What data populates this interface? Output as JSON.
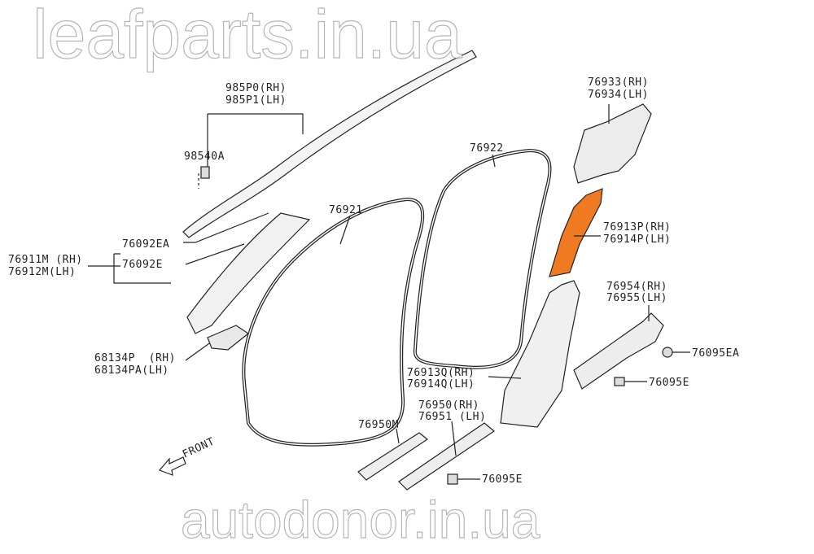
{
  "diagram": {
    "highlight_color": "#f07a22",
    "labels": {
      "airbag_rh": "985P0(RH)",
      "airbag_lh": "985P1(LH)",
      "clip_98540a": "98540A",
      "a_pillar_rh": "76911M (RH)",
      "a_pillar_lh": "76912M(LH)",
      "clip_76092ea": "76092EA",
      "clip_76092e": "76092E",
      "panel_68134p_rh": "68134P  (RH)",
      "panel_68134pa_lh": "68134PA(LH)",
      "weatherstrip_front": "76921",
      "weatherstrip_rear": "76922",
      "c_pillar_rh": "76933(RH)",
      "c_pillar_lh": "76934(LH)",
      "b_pillar_upper_rh": "76913P(RH)",
      "b_pillar_upper_lh": "76914P(LH)",
      "rear_kick_rh": "76954(RH)",
      "rear_kick_lh": "76955(LH)",
      "clip_76095ea": "76095EA",
      "clip_76095e_a": "76095E",
      "b_pillar_lower_rh": "76913Q(RH)",
      "b_pillar_lower_lh": "76914Q(LH)",
      "sill_rh": "76950(RH)",
      "sill_lh": "76951 (LH)",
      "sill_front": "76950M",
      "clip_76095e_b": "76095E",
      "front_arrow": "FRONT"
    },
    "watermarks": [
      "leafparts.in.ua",
      "autodonor.in.ua"
    ]
  }
}
